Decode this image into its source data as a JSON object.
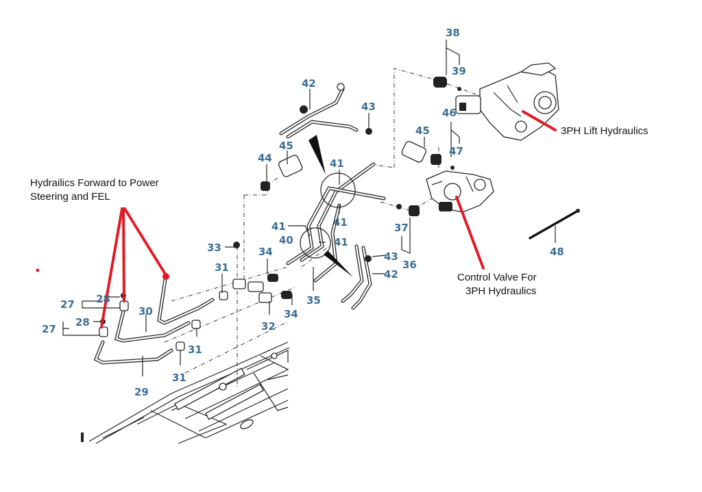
{
  "diagram": {
    "title": "Tractor hydraulic piping exploded parts diagram",
    "part_label_color": "#3a6e95",
    "annotation_color": "#e01b24",
    "callouts": {
      "forward": [
        "Hydrailics Forward to Power",
        "Steering and FEL"
      ],
      "control_valve": [
        "Control Valve  For",
        "3PH Hydraulics"
      ],
      "lift": "3PH Lift Hydraulics"
    },
    "part_numbers": {
      "p27a": "27",
      "p27b": "27",
      "p28a": "28",
      "p28b": "28",
      "p29": "29",
      "p30": "30",
      "p31a": "31",
      "p31b": "31",
      "p31c": "31",
      "p32": "32",
      "p33": "33",
      "p34a": "34",
      "p34b": "34",
      "p35": "35",
      "p36": "36",
      "p37": "37",
      "p38": "38",
      "p39": "39",
      "p40": "40",
      "p41a": "41",
      "p41b": "41",
      "p41c": "41",
      "p41d": "41",
      "p42a": "42",
      "p42b": "42",
      "p43a": "43",
      "p43b": "43",
      "p44": "44",
      "p45a": "45",
      "p45b": "45",
      "p46": "46",
      "p47": "47",
      "p48": "48"
    }
  }
}
